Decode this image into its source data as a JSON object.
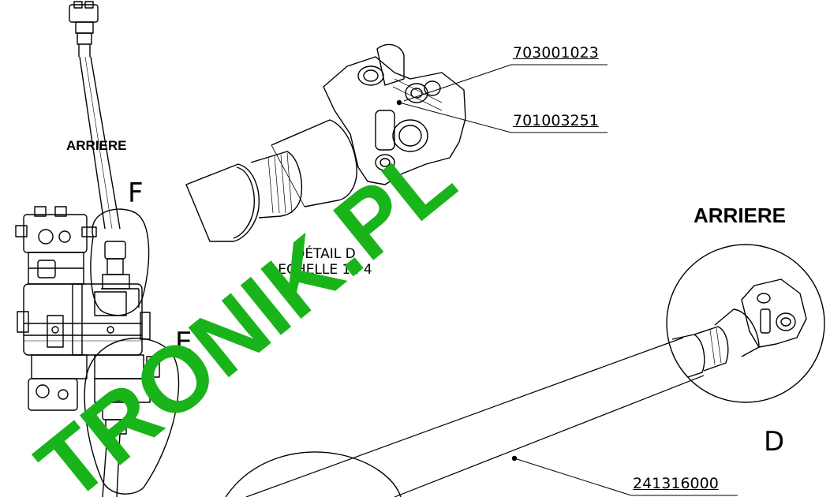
{
  "parts": {
    "p1": "703001023",
    "p2": "701003251",
    "p3": "241316000"
  },
  "labels": {
    "arriere_left": "ARRIERE",
    "arriere_right": "ARRIERE",
    "letter_f": "F",
    "letter_e": "E",
    "letter_d": "D",
    "detail_title": "DÉTAIL D",
    "detail_scale": "ECHELLE 1 : 4"
  },
  "watermark": {
    "text": "TRONIK.PL",
    "color": "#19b31a"
  }
}
